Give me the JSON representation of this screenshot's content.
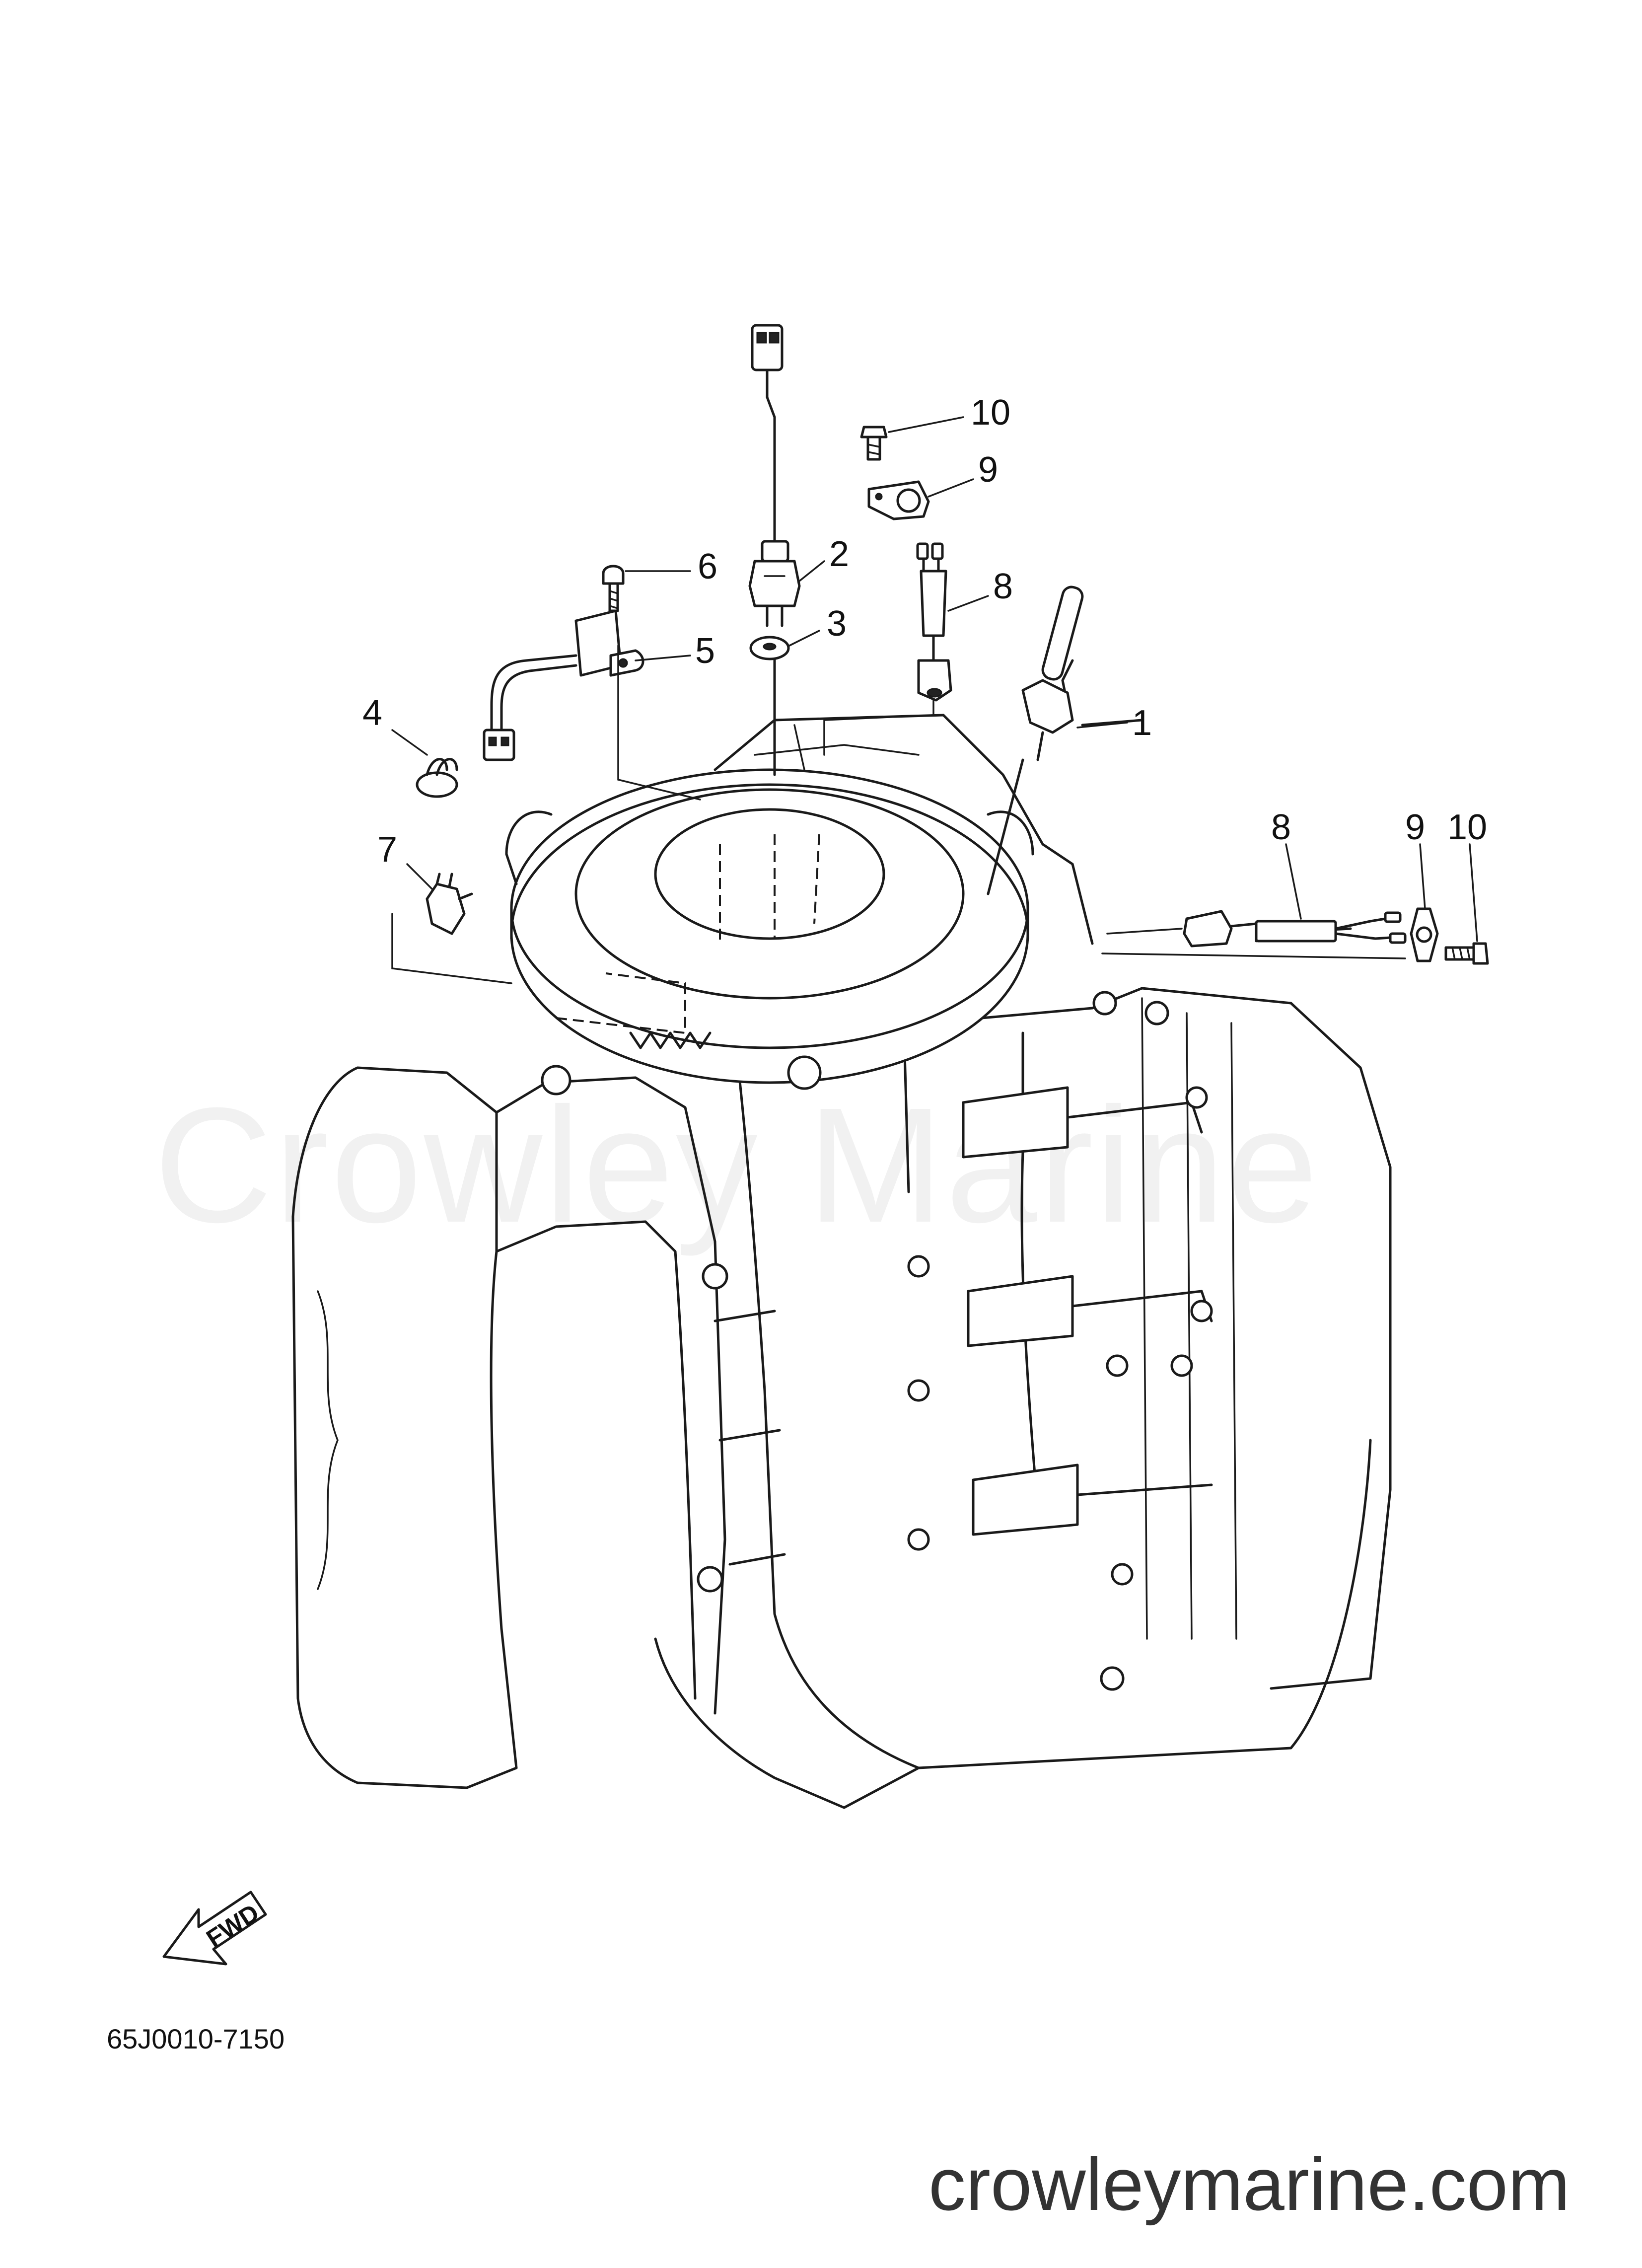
{
  "watermark": "Crowley Marine",
  "footer_url": "crowleymarine.com",
  "part_code": "65J0010-7150",
  "fwd_label": "FWD",
  "callouts": {
    "c1": "1",
    "c2": "2",
    "c3": "3",
    "c4": "4",
    "c5": "5",
    "c6": "6",
    "c7": "7",
    "c8_top": "8",
    "c9_top": "9",
    "c10_top": "10",
    "c8_right": "8",
    "c9_right": "9",
    "c10_right": "10"
  }
}
